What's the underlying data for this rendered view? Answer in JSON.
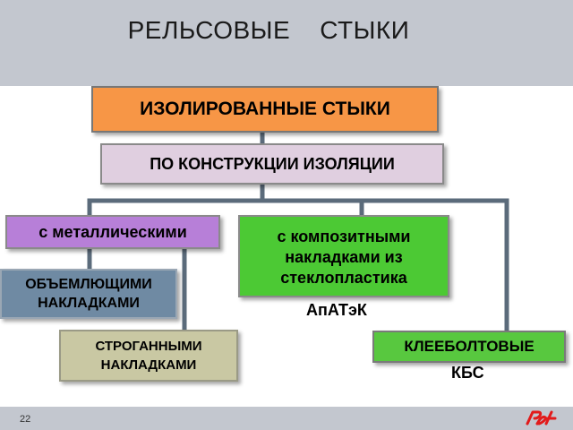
{
  "title": "РЕЛЬСОВЫЕ    СТЫКИ",
  "nodes": {
    "insulated_joints": "ИЗОЛИРОВАННЫЕ СТЫКИ",
    "by_construction": "ПО КОНСТРУКЦИИ ИЗОЛЯЦИИ",
    "metal": "с металлическими",
    "composite": [
      "с композитными",
      "накладками из",
      "стеклопластика"
    ],
    "composite_code": "АпАТэК",
    "volumetric": [
      "ОБЪЕМЛЮЩИМИ",
      "НАКЛАДКАМИ"
    ],
    "planed": [
      "СТРОГАННЫМИ",
      "НАКЛАДКАМИ"
    ],
    "glued_bolted": "КЛЕЕБОЛТОВЫЕ",
    "glued_bolted_code": "КБС"
  },
  "page_number": "22",
  "logo_icon": "rzd-logo-icon",
  "colors": {
    "header_band": "#c3c7cf",
    "orange": "#f79646",
    "lilac": "#e0cfe0",
    "purple": "#b77fd8",
    "green": "#4cc934",
    "steel_blue": "#6f8aa3",
    "khaki": "#c9c8a3",
    "connector": "#5b6b7b",
    "logo_red": "#e21a1a"
  }
}
